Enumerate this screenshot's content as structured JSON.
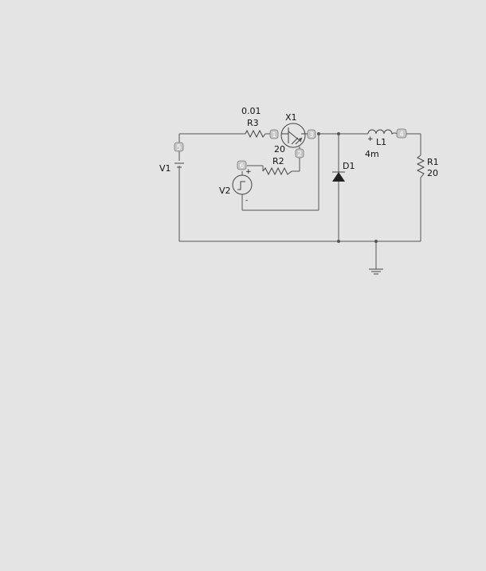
{
  "components": {
    "r3": {
      "name": "R3",
      "value": "0.01"
    },
    "x1": {
      "name": "X1",
      "value": "20"
    },
    "r2": {
      "name": "R2"
    },
    "l1": {
      "name": "L1",
      "value": "4m",
      "polarity": "+"
    },
    "r1": {
      "name": "R1",
      "value": "20"
    },
    "d1": {
      "name": "D1"
    },
    "v1": {
      "name": "V1"
    },
    "v2": {
      "name": "V2",
      "plus": "+",
      "minus": "-"
    }
  },
  "nodes": {
    "n1": "1",
    "n2": "2",
    "n3": "3",
    "n4": "4",
    "n5": "5",
    "n6": "6"
  }
}
